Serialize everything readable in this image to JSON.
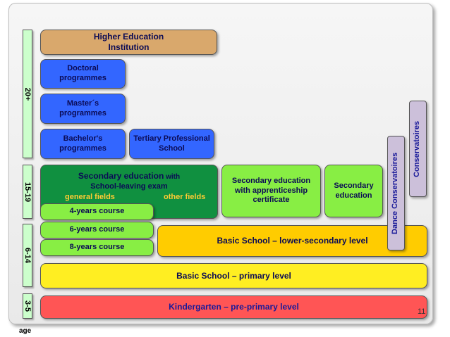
{
  "ages": {
    "a20": "20+",
    "a15": "15-19",
    "a6": "6-14",
    "a3": "3-5",
    "label": "age"
  },
  "boxes": {
    "higher_education": [
      "Higher Education",
      "Institution"
    ],
    "doctoral": [
      "Doctoral",
      "programmes"
    ],
    "masters": [
      "Master´s",
      "programmes"
    ],
    "bachelors": [
      "Bachelor's",
      "programmes"
    ],
    "tertiary_professional": [
      "Tertiary Professional",
      "School"
    ],
    "secondary_school_leaving": {
      "title": "Secondary education",
      "title_suffix": " with",
      "line2": "School-leaving exam",
      "general": "general fields",
      "other": "other fields"
    },
    "secondary_apprenticeship": [
      "Secondary education",
      "with apprenticeship",
      "certificate"
    ],
    "secondary_education": [
      "Secondary",
      "education"
    ],
    "course_4": "4-years course",
    "course_6": "6-years course",
    "course_8": "8-years course",
    "basic_lower": "Basic School – lower-secondary level",
    "basic_primary": "Basic School – primary level",
    "kindergarten": "Kindergarten – pre-primary level",
    "dance_conservatoires": "Dance Conservatoires",
    "conservatoires": "Conservatoires"
  },
  "slide_number": "11",
  "colors": {
    "higher_education": "#d9a86c",
    "blue_programmes": "#3366ff",
    "dark_green": "#109040",
    "light_green": "#88ee44",
    "yellow": "#ffee22",
    "gold": "#ffcc00",
    "red": "#ff5555",
    "lavender": "#ccc0da",
    "age_bar": "#ccffcc"
  }
}
